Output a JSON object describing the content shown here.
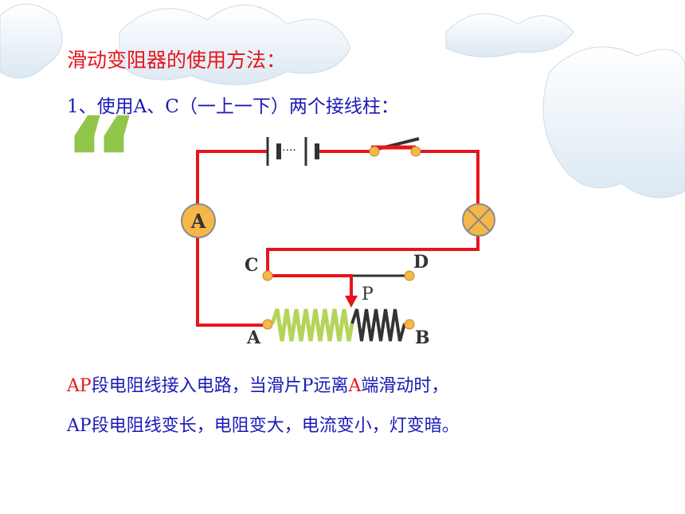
{
  "slide": {
    "title": "滑动变阻器的使用方法：",
    "step": "1、使用A、C（一上一下）两个接线柱：",
    "quote_mark": "“"
  },
  "diagram": {
    "ammeter_label": "A",
    "terminal_c": "C",
    "terminal_d": "D",
    "terminal_a": "A",
    "terminal_b": "B",
    "slider_label": "P",
    "battery_dots": "····"
  },
  "explanation": {
    "line1_part1": "AP",
    "line1_part2": "段电阻线接入电路，当滑片P远离",
    "line1_part3": "A",
    "line1_part4": "端滑动时，",
    "line2": "AP段电阻线变长，电阻变大，电流变小，灯变暗。"
  },
  "colors": {
    "title": "#e8141b",
    "text": "#1a1ab8",
    "wire": "#e8141b",
    "active_coil": "#b5d45a",
    "inactive_coil": "#333333",
    "terminal": "#f5b74a",
    "quote": "#92c64b"
  }
}
